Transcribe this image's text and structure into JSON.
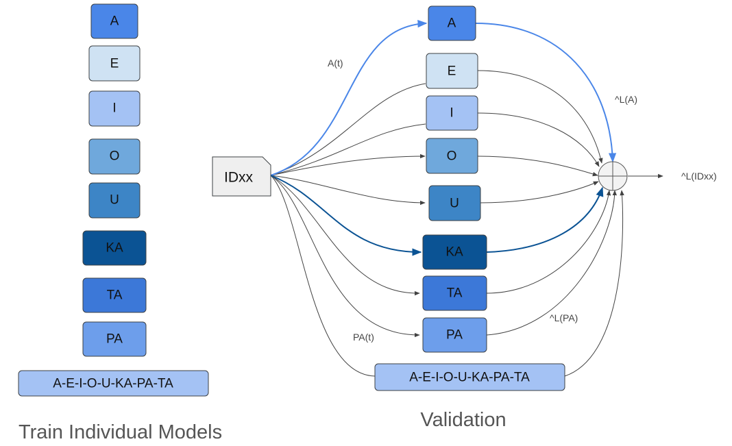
{
  "colors": {
    "A": "#4a86e8",
    "E": "#cfe2f3",
    "I": "#a4c2f4",
    "O": "#6fa8dc",
    "U": "#3d85c6",
    "KA": "#0b5394",
    "TA": "#3c78d8",
    "PA": "#6d9eeb",
    "combined": "#a4c2f4",
    "input": "#efefef",
    "edge_gray": "#424242",
    "edge_a": "#4a86e8",
    "edge_ka": "#0b5394"
  },
  "train": {
    "boxes": [
      "A",
      "E",
      "I",
      "O",
      "U",
      "KA",
      "TA",
      "PA"
    ],
    "combined": "A-E-I-O-U-KA-PA-TA",
    "caption": "Train Individual Models"
  },
  "validation": {
    "input_label": "IDxx",
    "boxes": [
      "A",
      "E",
      "I",
      "O",
      "U",
      "KA",
      "TA",
      "PA"
    ],
    "combined": "A-E-I-O-U-KA-PA-TA",
    "caption": "Validation",
    "edge_labels": {
      "a_in": "A(t)",
      "pa_in": "PA(t)",
      "a_out": "^L(A)",
      "pa_out": "^L(PA)",
      "final_out": "^L(IDxx)"
    },
    "sum_node_icon": "circle-plus-icon"
  }
}
